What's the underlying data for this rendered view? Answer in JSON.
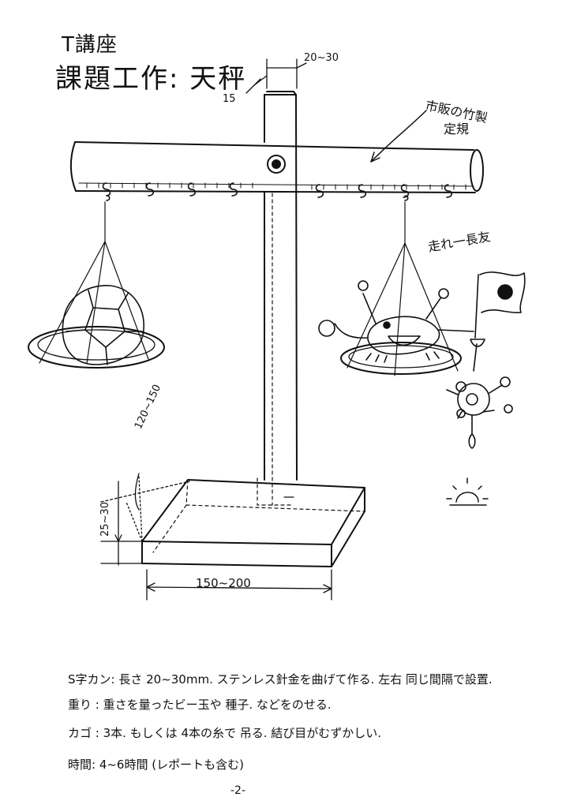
{
  "title": {
    "course": "T講座",
    "project": "課題工作: 天秤"
  },
  "dimensions": {
    "pillar_width": "20~30",
    "pillar_depth": "15",
    "base_depth": "120~150",
    "base_height": "25~30",
    "base_width": "150~200"
  },
  "labels": {
    "ruler_line1": "市販の竹製",
    "ruler_line2": "定規",
    "runner": "走れ一長友"
  },
  "notes": {
    "hook": "S字カン: 長さ 20~30mm. ステンレス針金を曲げて作る. 左右 同じ間隔で設置.",
    "weight": "重り : 重さを量ったビー玉や 種子. などをのせる.",
    "basket": "カゴ : 3本. もしくは 4本の糸で 吊る. 結び目がむずかしい.",
    "time": "時間: 4~6時間 (レポートも含む)"
  },
  "page_number": "-2-",
  "colors": {
    "ink": "#111111",
    "paper": "#ffffff"
  }
}
